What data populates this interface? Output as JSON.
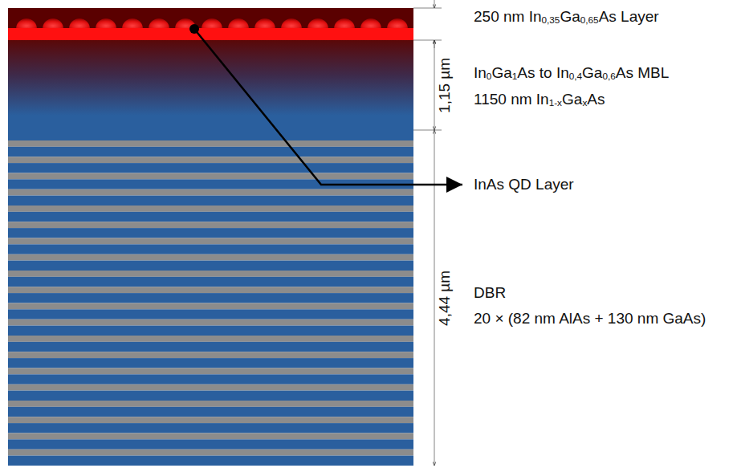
{
  "diagram": {
    "labels": [
      "250 nm In0,35Ga0,65As Layer",
      "In0Ga1As to In0,4Ga0,6As MBL",
      "1150 nm In1-xGaxAs",
      "1,15 µm",
      "InAs QD Layer",
      "4,44 µm",
      "DBR",
      "20 × (82 nm AlAs + 130 nm GaAs)"
    ]
  }
}
